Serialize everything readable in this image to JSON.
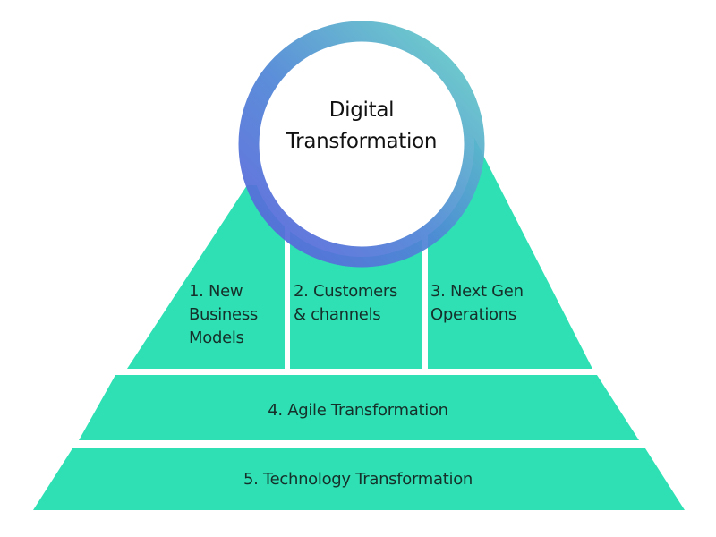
{
  "diagram": {
    "title": {
      "line1": "Digital",
      "line2": "Transformation"
    },
    "pillars": [
      {
        "lines": [
          "1. New",
          "Business",
          "Models"
        ]
      },
      {
        "lines": [
          "2. Customers",
          "& channels"
        ]
      },
      {
        "lines": [
          "3. Next Gen",
          "Operations"
        ]
      }
    ],
    "layers": [
      {
        "label": "4. Agile Transformation"
      },
      {
        "label": "5. Technology Transformation"
      }
    ],
    "colors": {
      "pyramid_fill": "#2fe0b4",
      "ring_start": "#5a62dc",
      "ring_end": "#62cfc6",
      "text": "#15302a"
    }
  }
}
